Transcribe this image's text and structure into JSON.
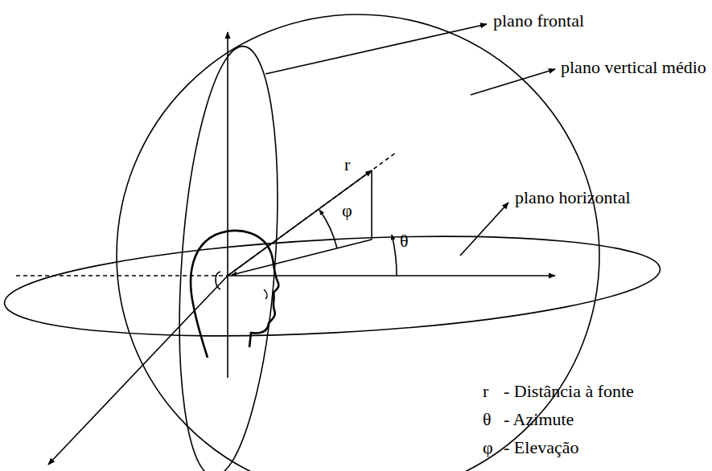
{
  "diagram": {
    "labels": [
      "plano frontal",
      "plano vertical médio",
      "plano horizontal",
      "r",
      "φ",
      "θ",
      "r",
      "- Distância à fonte",
      "θ",
      "- Azimute",
      "φ",
      "- Elevação"
    ]
  }
}
